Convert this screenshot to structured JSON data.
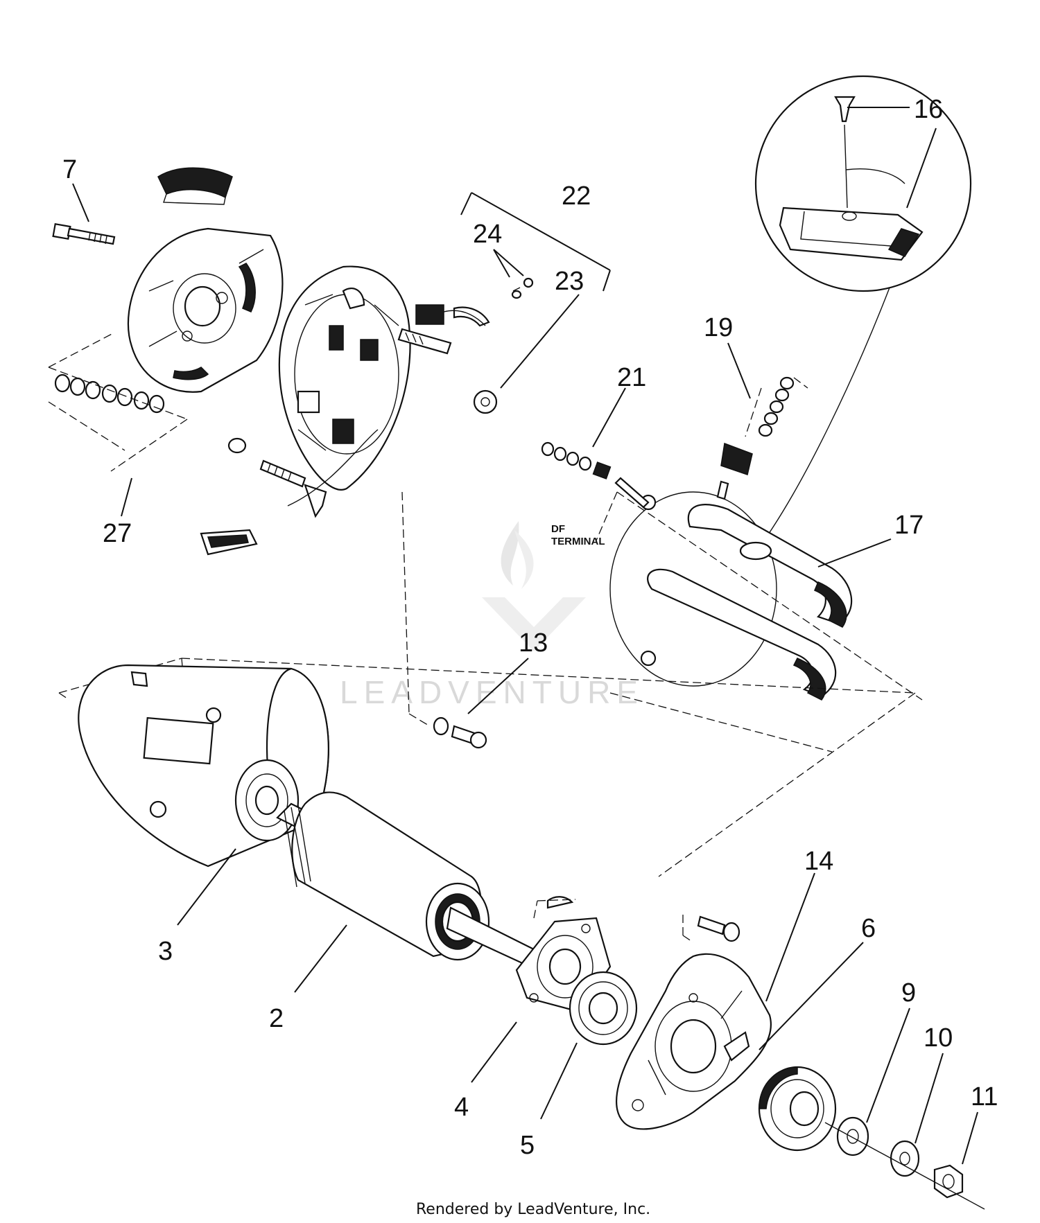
{
  "callouts": {
    "c7": "7",
    "c22": "22",
    "c24": "24",
    "c23": "23",
    "c16": "16",
    "c19": "19",
    "c21": "21",
    "c17": "17",
    "c27": "27",
    "c13": "13",
    "c14": "14",
    "c6": "6",
    "c9": "9",
    "c10": "10",
    "c11": "11",
    "c3": "3",
    "c2": "2",
    "c4": "4",
    "c5": "5"
  },
  "labels": {
    "df_line1": "DF",
    "df_line2": "TERMINAL"
  },
  "watermark": {
    "text": "LEADVENTURE"
  },
  "footer": {
    "credit": "Rendered by LeadVenture, Inc."
  }
}
